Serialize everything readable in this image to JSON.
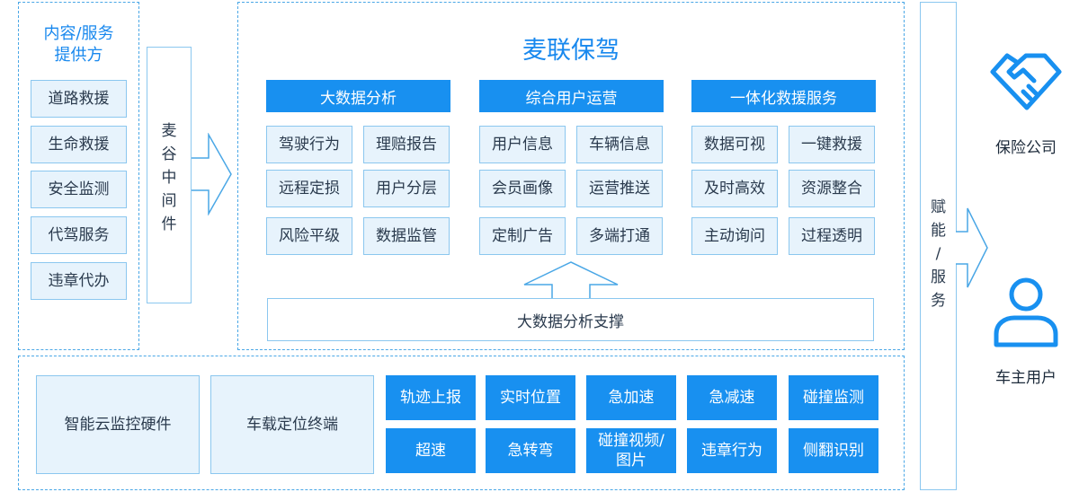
{
  "left_panel": {
    "title_line1": "内容/服务",
    "title_line2": "提供方",
    "items": [
      "道路救援",
      "生命救援",
      "安全监测",
      "代驾服务",
      "违章代办"
    ]
  },
  "middleware": {
    "chars": [
      "麦",
      "谷",
      "中",
      "间",
      "件"
    ]
  },
  "center": {
    "title": "麦联保驾",
    "columns": [
      {
        "header": "大数据分析",
        "items": [
          "驾驶行为",
          "理赔报告",
          "远程定损",
          "用户分层",
          "风险平级",
          "数据监管"
        ]
      },
      {
        "header": "综合用户运营",
        "items": [
          "用户信息",
          "车辆信息",
          "会员画像",
          "运营推送",
          "定制广告",
          "多端打通"
        ]
      },
      {
        "header": "一体化救援服务",
        "items": [
          "数据可视",
          "一键救援",
          "及时高效",
          "资源整合",
          "主动询问",
          "过程透明"
        ]
      }
    ],
    "support": "大数据分析支撑"
  },
  "bottom": {
    "hardware": "智能云监控硬件",
    "terminal": "车载定位终端",
    "row1": [
      "轨迹上报",
      "实时位置",
      "急加速",
      "急减速",
      "碰撞监测"
    ],
    "row2": [
      "超速",
      "急转弯",
      "碰撞视频/图片",
      "违章行为",
      "侧翻识别"
    ]
  },
  "empower": {
    "chars": [
      "赋",
      "能",
      "/",
      "服",
      "务"
    ]
  },
  "right": {
    "insurance_label": "保险公司",
    "owner_label": "车主用户",
    "insurance_icon": "handshake-icon",
    "owner_icon": "user-icon"
  },
  "colors": {
    "primary": "#1890f0",
    "light_fill": "#e7f3fc",
    "border": "#8bc7ef",
    "dashed": "#4aa7e6"
  }
}
